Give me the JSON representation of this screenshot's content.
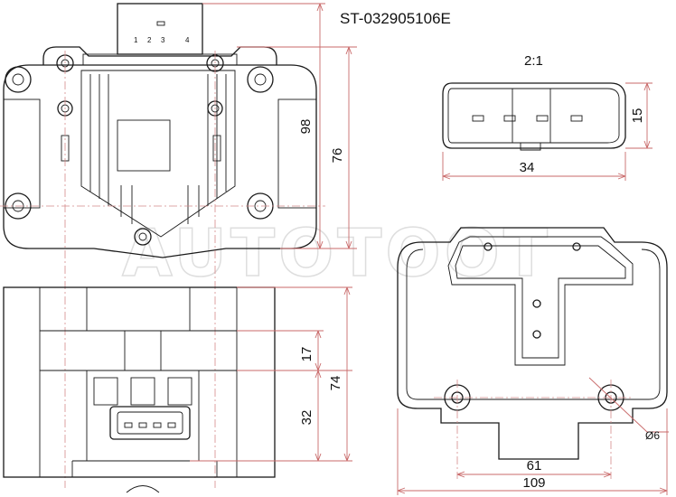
{
  "part_number": "ST-032905106E",
  "scale_label": "2:1",
  "watermark": "AUTOTOOT",
  "pin_labels": [
    "4",
    "3",
    "2",
    "1"
  ],
  "dimensions": {
    "height_total": "98",
    "height_body": "76",
    "connector_width": "34",
    "connector_height": "15",
    "side_upper": "17",
    "side_total": "74",
    "side_lower": "32",
    "bolt_spacing": "61",
    "base_width": "109",
    "hole_diameter": "Ø6"
  },
  "colors": {
    "line": "#1a1a1a",
    "dimension": "#c96a6a",
    "watermark": "#dedede"
  }
}
